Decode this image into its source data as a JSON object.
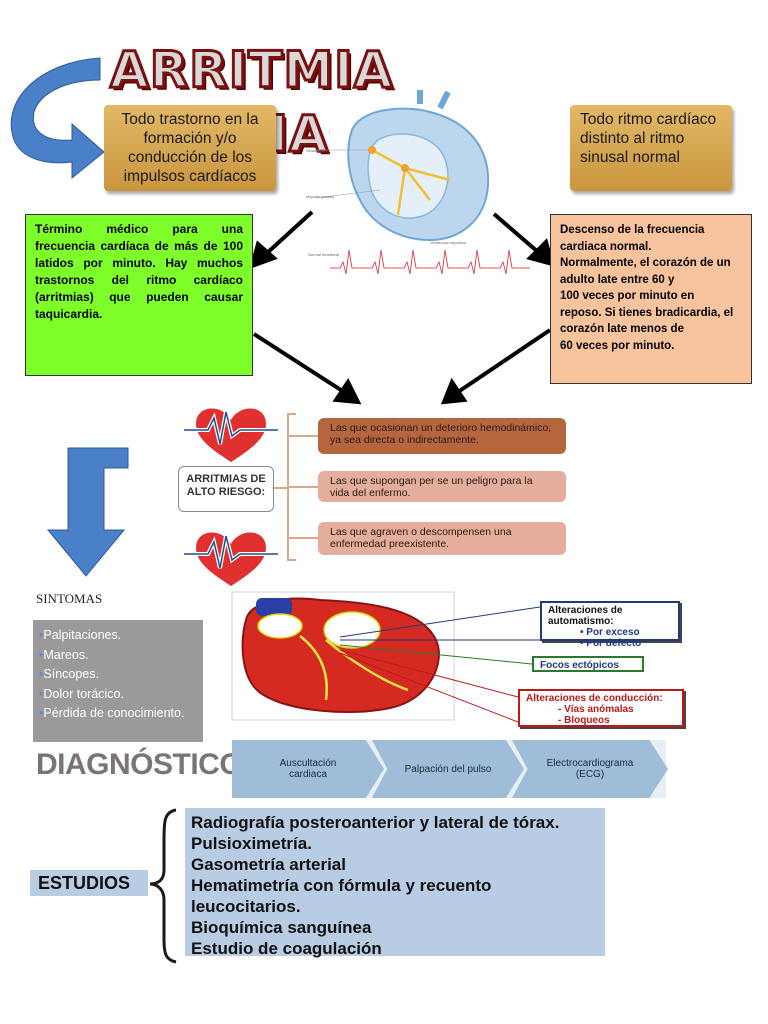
{
  "title": "ARRITMIA CARDIACA",
  "definitions": {
    "left": "Todo trastorno en la formación y/o conducción de los impulsos cardíacos",
    "right": "Todo ritmo cardíaco distinto al ritmo sinusal normal"
  },
  "taquicardia_text": "Término médico para una frecuencia cardíaca de más de 100 latidos por minuto. Hay muchos trastornos del ritmo cardíaco (arritmias) que pueden causar taquicardia.",
  "bradicardia_lines": [
    "Descenso de la frecuencia",
    "cardiaca normal.",
    "Normalmente, el corazón de un",
    "adulto late entre 60 y",
    "100 veces por minuto en",
    "reposo. Si tienes bradicardia, el",
    "corazón late menos de",
    "60 veces por minuto."
  ],
  "high_risk": {
    "label": "ARRITMIAS DE ALTO RIESGO:",
    "items": [
      "Las que ocasionan un deterioro hemodinámico, ya sea directa o indirectamente.",
      "Las que supongan per se un peligro para la vida del enfermo.",
      "Las que agraven o descompensen una enfermedad preexistente."
    ]
  },
  "sintomas": {
    "title": "SINTOMAS",
    "items": [
      "Palpitaciones.",
      "Mareos.",
      "Síncopes.",
      "Dolor torácico.",
      "Pérdida de conocimiento."
    ]
  },
  "mechanisms": {
    "automatismo": {
      "title": "Alteraciones de automatismo:",
      "items": [
        "• Por exceso",
        "• Por defecto"
      ]
    },
    "focos": "Focos ectópicos",
    "conduccion": {
      "title": "Alteraciones de conducción:",
      "items": [
        "- Vías anómalas",
        "- Bloqueos"
      ]
    }
  },
  "diagnostico": {
    "title": "DIAGNÓSTICO",
    "steps": [
      "Auscultación cardiaca",
      "Palpación del pulso",
      "Electrocardiograma (ECG)"
    ]
  },
  "estudios": {
    "label": "ESTUDIOS",
    "items": [
      "Radiografía posteroanterior y lateral de tórax.",
      "Pulsioximetría.",
      "Gasometría arterial",
      "Hematimetría con fórmula y recuento",
      "leucocitarios.",
      "Bioquímica sanguínea",
      "Estudio de coagulación"
    ]
  },
  "colors": {
    "title_stroke": "#7a1010",
    "tan_box": "#d4a553",
    "green_box": "#7fff2a",
    "peach_box": "#f9c49d",
    "blue_arrow": "#4a80c8",
    "heart_red": "#e03030",
    "chevron_blue": "#9fbcd8",
    "estudios_bg": "#b8cde4"
  }
}
